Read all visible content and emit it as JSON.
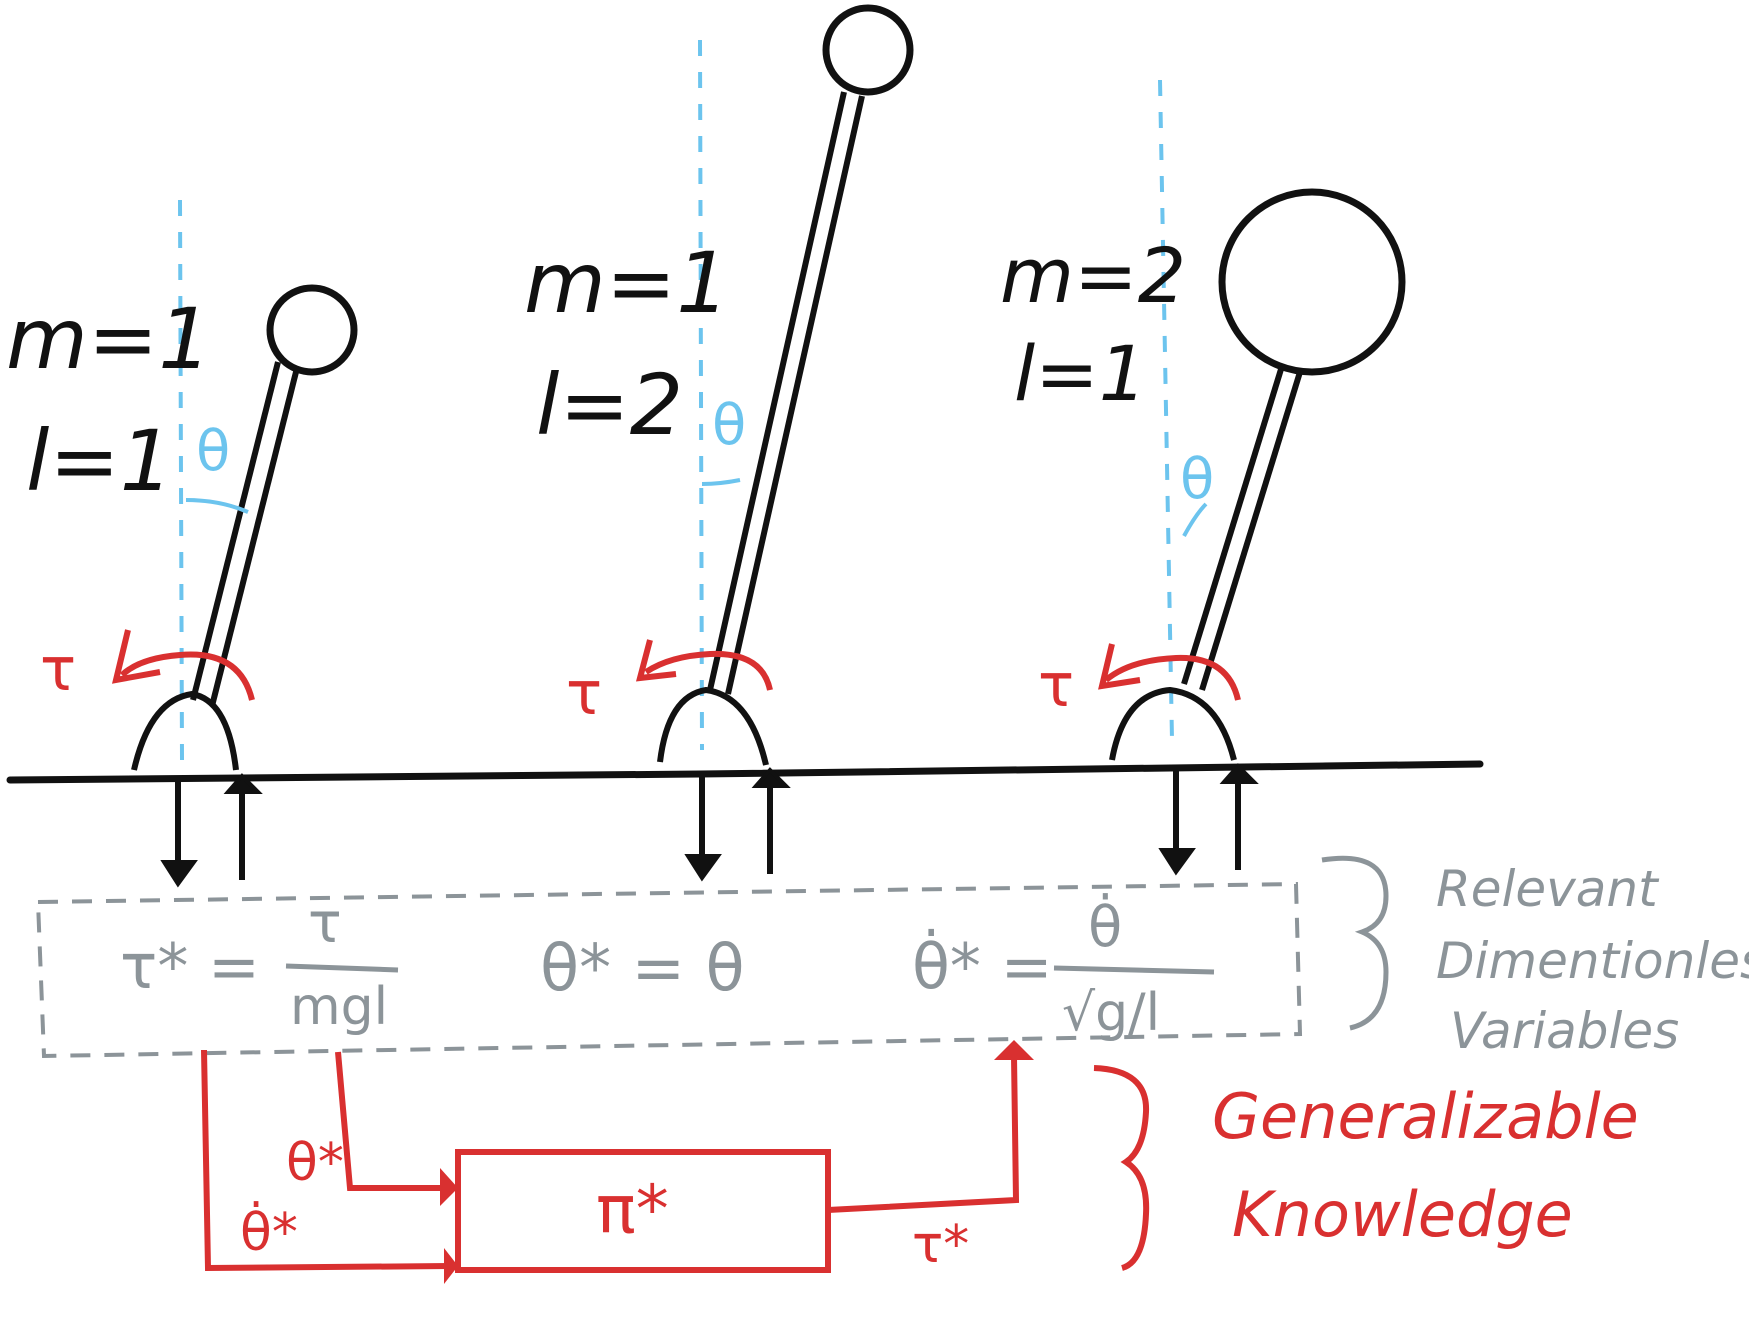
{
  "colors": {
    "ink": "#111111",
    "vertical": "#6cc4ee",
    "red": "#d93030",
    "gray": "#8c9499"
  },
  "pendulums": [
    {
      "mass_label": "m=1",
      "length_label": "l=1",
      "angle_label": "θ",
      "torque_label": "τ",
      "mass": 1,
      "length": 1
    },
    {
      "mass_label": "m=1",
      "length_label": "l=2",
      "angle_label": "θ",
      "torque_label": "τ",
      "mass": 1,
      "length": 2
    },
    {
      "mass_label": "m=2",
      "length_label": "l=1",
      "angle_label": "θ",
      "torque_label": "τ",
      "mass": 2,
      "length": 1
    }
  ],
  "dimensionless": {
    "tau_lhs": "τ* =",
    "tau_num": "τ",
    "tau_den": "mgl",
    "theta_eq": "θ* = θ",
    "thetadot_lhs": "θ̇* =",
    "thetadot_num": "θ̇",
    "thetadot_den": "√g/l",
    "brace_label": [
      "Relevant",
      "Dimentionless",
      "Variables"
    ]
  },
  "knowledge": {
    "box_label": "π*",
    "input_theta": "θ*",
    "input_thetadot": "θ̇*",
    "output_tau": "τ*",
    "brace_label": [
      "Generalizable",
      "Knowledge"
    ]
  }
}
